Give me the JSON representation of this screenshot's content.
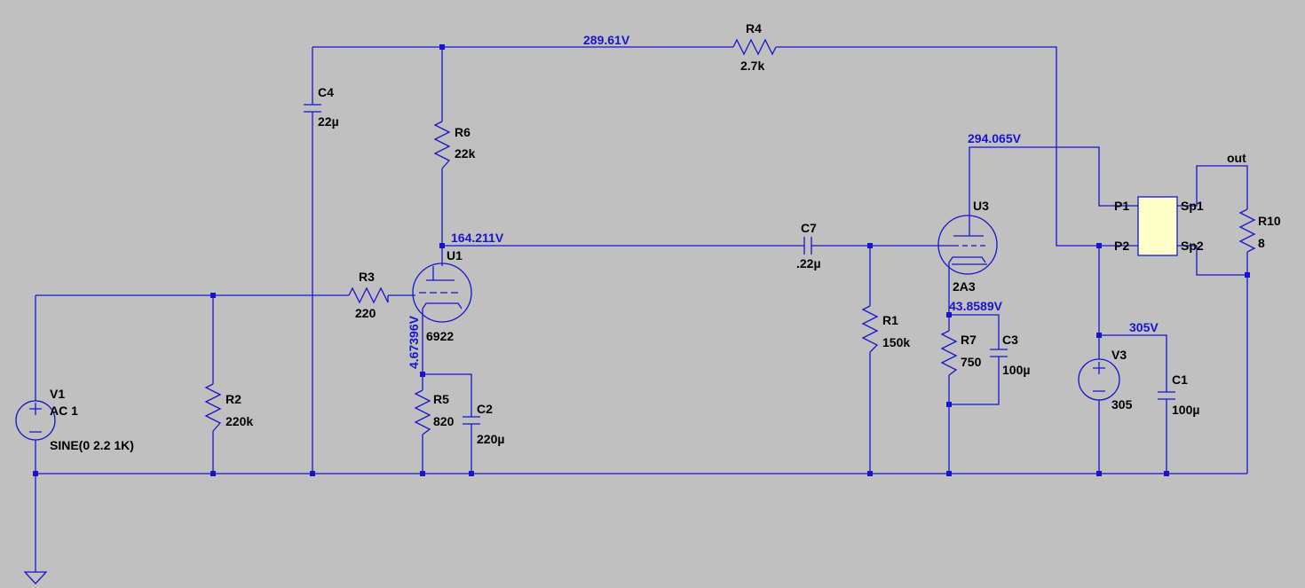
{
  "nets": {
    "b_plus": "289.61V",
    "u1_plate": "164.211V",
    "u1_cathode": "4.67396V",
    "u3_plate": "294.065V",
    "u3_cathode": "43.8589V",
    "supply": "305V",
    "out": "out"
  },
  "components": {
    "v1": {
      "name": "V1",
      "value": "AC 1",
      "spice": "SINE(0 2.2 1K)"
    },
    "r2": {
      "name": "R2",
      "value": "220k"
    },
    "c4": {
      "name": "C4",
      "value": "22µ"
    },
    "r3": {
      "name": "R3",
      "value": "220"
    },
    "u1": {
      "name": "U1",
      "value": "6922"
    },
    "r6": {
      "name": "R6",
      "value": "22k"
    },
    "r5": {
      "name": "R5",
      "value": "820"
    },
    "c2": {
      "name": "C2",
      "value": "220µ"
    },
    "r4": {
      "name": "R4",
      "value": "2.7k"
    },
    "c7": {
      "name": "C7",
      "value": ".22µ"
    },
    "r1": {
      "name": "R1",
      "value": "150k"
    },
    "u3": {
      "name": "U3",
      "value": "2A3"
    },
    "r7": {
      "name": "R7",
      "value": "750"
    },
    "c3": {
      "name": "C3",
      "value": "100µ"
    },
    "v3": {
      "name": "V3",
      "value": "305"
    },
    "c1": {
      "name": "C1",
      "value": "100µ"
    },
    "r10": {
      "name": "R10",
      "value": "8"
    },
    "t1": {
      "p1": "P1",
      "p2": "P2",
      "sp1": "Sp1",
      "sp2": "Sp2"
    }
  },
  "colors": {
    "background": "#c0c0c0",
    "wire": "#1515d0",
    "transformer": "#ffffc8"
  }
}
